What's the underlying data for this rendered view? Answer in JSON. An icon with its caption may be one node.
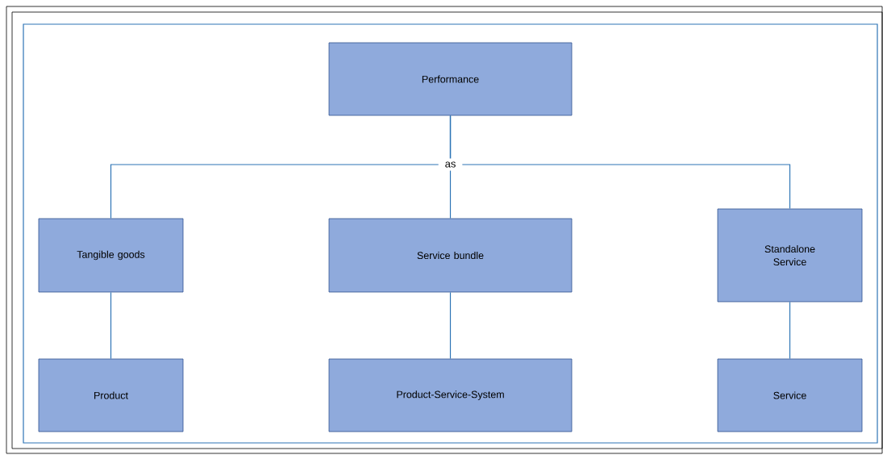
{
  "diagram": {
    "nodes": [
      {
        "text": [
          "Performance"
        ]
      },
      {
        "text": [
          "Tangible goods"
        ]
      },
      {
        "text": [
          "Service bundle"
        ]
      },
      {
        "text": [
          "Standalone Service"
        ]
      },
      {
        "text": [
          "Product"
        ]
      },
      {
        "text": [
          "Product-Service-System"
        ]
      },
      {
        "text": [
          "Service"
        ]
      }
    ],
    "edges": [
      {
        "from": 0,
        "to": 1,
        "arrow": "none"
      },
      {
        "from": 0,
        "to": 2,
        "arrow": "none",
        "label": "as"
      },
      {
        "from": 0,
        "to": 3,
        "arrow": "none"
      },
      {
        "from": 1,
        "to": 4,
        "arrow": "none"
      },
      {
        "from": 2,
        "to": 5,
        "arrow": "none"
      },
      {
        "from": 3,
        "to": 6,
        "arrow": "none"
      }
    ]
  }
}
